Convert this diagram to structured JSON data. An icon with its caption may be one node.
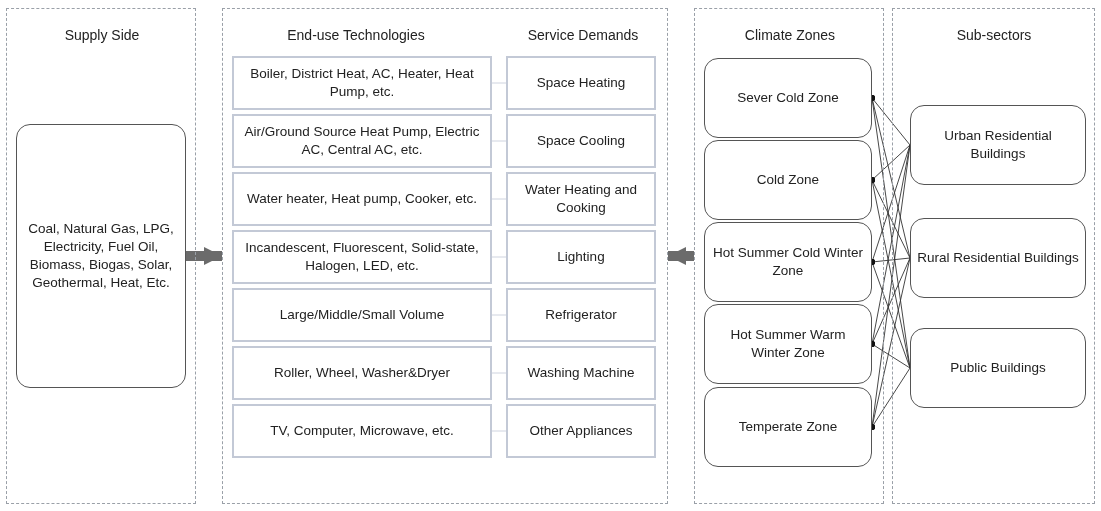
{
  "diagram": {
    "nodes": [
      {
        "text": [
          "Supply Side"
        ]
      },
      {
        "text": [
          "Coal, Natural Gas, LPG, Electricity, Fuel Oil, Biomass, Biogas, Solar, Geothermal, Heat, Etc."
        ],
        "in": 0
      },
      {
        "text": [
          "End-use Technologies",
          "Service Demands"
        ]
      },
      {
        "text": [
          "Boiler, District Heat, AC, Heater, Heat Pump, etc."
        ],
        "in": 2
      },
      {
        "text": [
          "Space Heating"
        ],
        "in": 2
      },
      {
        "text": [
          "Air/Ground Source Heat Pump, Electric AC, Central AC, etc."
        ],
        "in": 2
      },
      {
        "text": [
          "Space Cooling"
        ],
        "in": 2
      },
      {
        "text": [
          "Water heater, Heat pump, Cooker, etc."
        ],
        "in": 2
      },
      {
        "text": [
          "Water Heating and Cooking"
        ],
        "in": 2
      },
      {
        "text": [
          "Incandescent, Fluorescent, Solid-state, Halogen, LED, etc."
        ],
        "in": 2
      },
      {
        "text": [
          "Lighting"
        ],
        "in": 2
      },
      {
        "text": [
          "Large/Middle/Small Volume"
        ],
        "in": 2
      },
      {
        "text": [
          "Refrigerator"
        ],
        "in": 2
      },
      {
        "text": [
          "Roller, Wheel, Washer&Dryer"
        ],
        "in": 2
      },
      {
        "text": [
          "Washing Machine"
        ],
        "in": 2
      },
      {
        "text": [
          "TV, Computer, Microwave, etc."
        ],
        "in": 2
      },
      {
        "text": [
          "Other Appliances"
        ],
        "in": 2
      },
      {
        "text": [
          "Climate Zones"
        ]
      },
      {
        "text": [
          "Sever Cold Zone"
        ],
        "in": 17
      },
      {
        "text": [
          "Cold Zone"
        ],
        "in": 17
      },
      {
        "text": [
          "Hot Summer Cold Winter Zone"
        ],
        "in": 17
      },
      {
        "text": [
          "Hot Summer Warm Winter Zone"
        ],
        "in": 17
      },
      {
        "text": [
          "Temperate Zone"
        ],
        "in": 17
      },
      {
        "text": [
          "Sub-sectors"
        ]
      },
      {
        "text": [
          "Urban Residential Buildings"
        ],
        "in": 23
      },
      {
        "text": [
          "Rural Residential Buildings"
        ],
        "in": 23
      },
      {
        "text": [
          "Public Buildings"
        ],
        "in": 23
      }
    ],
    "edges": [
      {
        "from": 1,
        "to": 2,
        "arrow": "to",
        "style": "thick",
        "color": "#6b6b6b"
      },
      {
        "from": 17,
        "to": 2,
        "arrow": "to",
        "style": "thick",
        "color": "#6b6b6b"
      },
      {
        "from": 3,
        "to": 4,
        "arrow": "none",
        "color": "#c8cedb"
      },
      {
        "from": 5,
        "to": 6,
        "arrow": "none",
        "color": "#c8cedb"
      },
      {
        "from": 7,
        "to": 8,
        "arrow": "none",
        "color": "#c8cedb"
      },
      {
        "from": 9,
        "to": 10,
        "arrow": "none",
        "color": "#c8cedb"
      },
      {
        "from": 11,
        "to": 12,
        "arrow": "none",
        "color": "#c8cedb"
      },
      {
        "from": 13,
        "to": 14,
        "arrow": "none",
        "color": "#c8cedb"
      },
      {
        "from": 15,
        "to": 16,
        "arrow": "none",
        "color": "#c8cedb"
      },
      {
        "from": 18,
        "to": 24,
        "arrow": "other"
      },
      {
        "from": 18,
        "to": 25,
        "arrow": "other"
      },
      {
        "from": 18,
        "to": 26,
        "arrow": "other"
      },
      {
        "from": 19,
        "to": 24,
        "arrow": "other"
      },
      {
        "from": 19,
        "to": 25,
        "arrow": "other"
      },
      {
        "from": 19,
        "to": 26,
        "arrow": "other"
      },
      {
        "from": 20,
        "to": 24,
        "arrow": "other"
      },
      {
        "from": 20,
        "to": 25,
        "arrow": "other"
      },
      {
        "from": 20,
        "to": 26,
        "arrow": "other"
      },
      {
        "from": 21,
        "to": 24,
        "arrow": "other"
      },
      {
        "from": 21,
        "to": 25,
        "arrow": "other"
      },
      {
        "from": 21,
        "to": 26,
        "arrow": "other"
      },
      {
        "from": 22,
        "to": 24,
        "arrow": "other"
      },
      {
        "from": 22,
        "to": 25,
        "arrow": "other"
      },
      {
        "from": 22,
        "to": 26,
        "arrow": "other"
      }
    ]
  }
}
